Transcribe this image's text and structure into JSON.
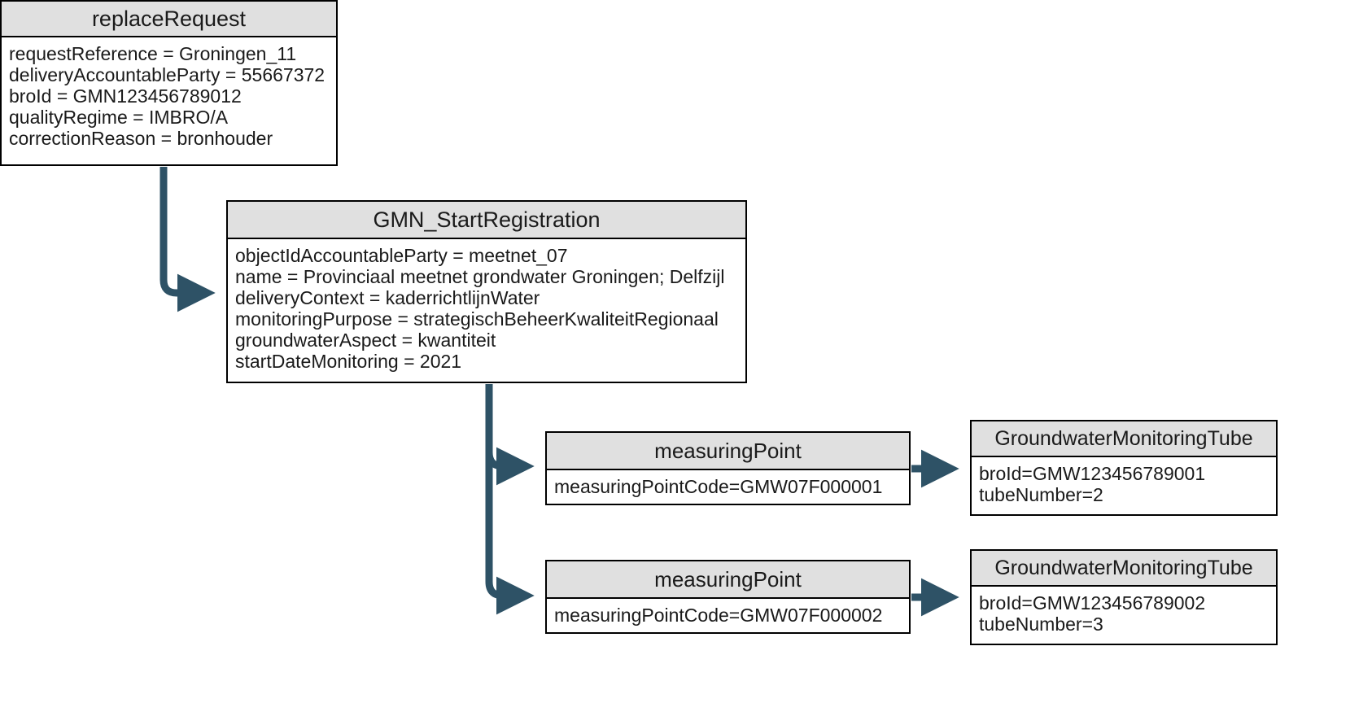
{
  "diagram": {
    "type": "uml-object-diagram",
    "title": "replaceRequest GMN_StartRegistration",
    "colors": {
      "node_header_fill": "#e0e0e0",
      "node_body_fill": "#ffffff",
      "node_border": "#000000",
      "connector": "#2e5266",
      "text": "#1a1a1a",
      "background": "#ffffff"
    },
    "nodes": [
      {
        "id": "replace-request",
        "title": "replaceRequest",
        "attributes": [
          "requestReference = Groningen_11",
          "deliveryAccountableParty = 55667372",
          "broId = GMN123456789012",
          "qualityRegime = IMBRO/A",
          "correctionReason = bronhouder"
        ]
      },
      {
        "id": "gmn-startregistration",
        "title": "GMN_StartRegistration",
        "attributes": [
          "objectIdAccountableParty = meetnet_07",
          "name = Provinciaal meetnet grondwater Groningen; Delfzijl",
          "deliveryContext = kaderrichtlijnWater",
          "monitoringPurpose = strategischBeheerKwaliteitRegionaal",
          "groundwaterAspect = kwantiteit",
          "startDateMonitoring = 2021"
        ]
      },
      {
        "id": "measuring-point-1",
        "title": "measuringPoint",
        "attributes": [
          "measuringPointCode=GMW07F000001"
        ]
      },
      {
        "id": "measuring-point-2",
        "title": "measuringPoint",
        "attributes": [
          "measuringPointCode=GMW07F000002"
        ]
      },
      {
        "id": "gw-tube-1",
        "title": "GroundwaterMonitoringTube",
        "attributes": [
          "broId=GMW123456789001",
          "tubeNumber=2"
        ]
      },
      {
        "id": "gw-tube-2",
        "title": "GroundwaterMonitoringTube",
        "attributes": [
          "broId=GMW123456789002",
          "tubeNumber=3"
        ]
      }
    ],
    "connectors": [
      {
        "id": "replace-request-to-gmn",
        "from": "replace-request",
        "to": "gmn-startregistration",
        "style": "elbow-arrow"
      },
      {
        "id": "gmn-to-measuring-point-1",
        "from": "gmn-startregistration",
        "to": "measuring-point-1",
        "style": "elbow-arrow"
      },
      {
        "id": "gmn-to-measuring-point-2",
        "from": "gmn-startregistration",
        "to": "measuring-point-2",
        "style": "elbow-arrow"
      },
      {
        "id": "measuring-point-1-to-gw-tube-1",
        "from": "measuring-point-1",
        "to": "gw-tube-1",
        "style": "straight-arrow"
      },
      {
        "id": "measuring-point-2-to-gw-tube-2",
        "from": "measuring-point-2",
        "to": "gw-tube-2",
        "style": "straight-arrow"
      }
    ]
  }
}
